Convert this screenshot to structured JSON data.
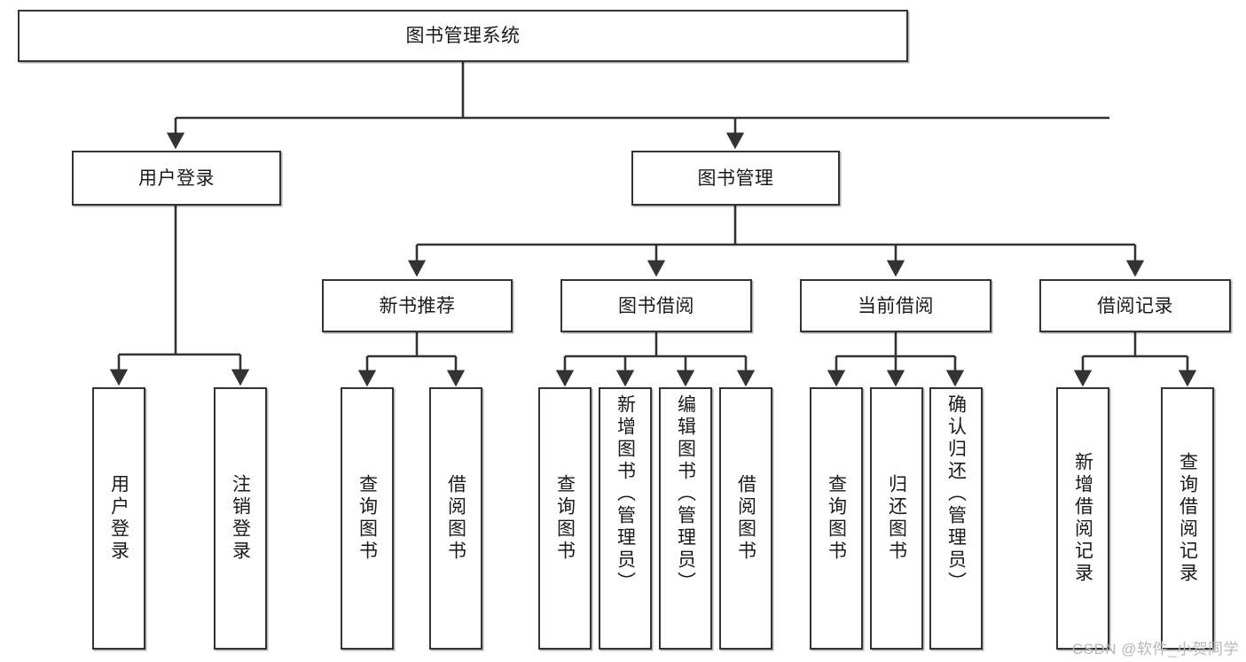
{
  "diagram": {
    "type": "tree-hierarchy",
    "title": "图书管理系统",
    "root": {
      "id": "root",
      "label": "图书管理系统",
      "orientation": "horizontal"
    },
    "level2": [
      {
        "id": "user-login",
        "label": "用户登录",
        "orientation": "horizontal"
      },
      {
        "id": "book-manage",
        "label": "图书管理",
        "orientation": "horizontal"
      }
    ],
    "level3": [
      {
        "id": "new-book-rec",
        "label": "新书推荐",
        "orientation": "horizontal",
        "parent": "book-manage"
      },
      {
        "id": "book-borrow",
        "label": "图书借阅",
        "orientation": "horizontal",
        "parent": "book-manage"
      },
      {
        "id": "current-borrow",
        "label": "当前借阅",
        "orientation": "horizontal",
        "parent": "book-manage"
      },
      {
        "id": "borrow-record",
        "label": "借阅记录",
        "orientation": "horizontal",
        "parent": "book-manage"
      }
    ],
    "leaves": [
      {
        "id": "leaf-user-login",
        "label": "用户登录",
        "orientation": "vertical",
        "parent": "user-login"
      },
      {
        "id": "leaf-logout",
        "label": "注销登录",
        "orientation": "vertical",
        "parent": "user-login"
      },
      {
        "id": "leaf-query-book-1",
        "label": "查询图书",
        "orientation": "vertical",
        "parent": "new-book-rec"
      },
      {
        "id": "leaf-borrow-book-1",
        "label": "借阅图书",
        "orientation": "vertical",
        "parent": "new-book-rec"
      },
      {
        "id": "leaf-query-book-2",
        "label": "查询图书",
        "orientation": "vertical",
        "parent": "book-borrow"
      },
      {
        "id": "leaf-add-book",
        "label": "新增图书（管理员）",
        "orientation": "vertical",
        "parent": "book-borrow"
      },
      {
        "id": "leaf-edit-book",
        "label": "编辑图书（管理员）",
        "orientation": "vertical",
        "parent": "book-borrow"
      },
      {
        "id": "leaf-borrow-book-2",
        "label": "借阅图书",
        "orientation": "vertical",
        "parent": "book-borrow"
      },
      {
        "id": "leaf-query-book-3",
        "label": "查询图书",
        "orientation": "vertical",
        "parent": "current-borrow"
      },
      {
        "id": "leaf-return-book",
        "label": "归还图书",
        "orientation": "vertical",
        "parent": "current-borrow"
      },
      {
        "id": "leaf-confirm-return",
        "label": "确认归还（管理员）",
        "orientation": "vertical",
        "parent": "current-borrow"
      },
      {
        "id": "leaf-add-record",
        "label": "新增借阅记录",
        "orientation": "vertical",
        "parent": "borrow-record"
      },
      {
        "id": "leaf-query-record",
        "label": "查询借阅记录",
        "orientation": "vertical",
        "parent": "borrow-record"
      }
    ],
    "colors": {
      "stroke": "#333333",
      "background": "#ffffff",
      "text": "#1a1a1a",
      "watermark": "#b7b7b7"
    }
  },
  "watermark": {
    "text": "CSDN @软件_小贺同学"
  }
}
